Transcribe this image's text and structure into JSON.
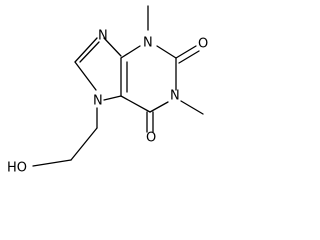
{
  "structure": {
    "atoms": {
      "n7": "N",
      "n9": "N",
      "n3": "N",
      "n1": "N",
      "o2": "O",
      "o6": "O",
      "hydroxyl": "HO"
    },
    "colors": {
      "bond": "#000000",
      "label": "#000000",
      "background": "#ffffff"
    }
  }
}
